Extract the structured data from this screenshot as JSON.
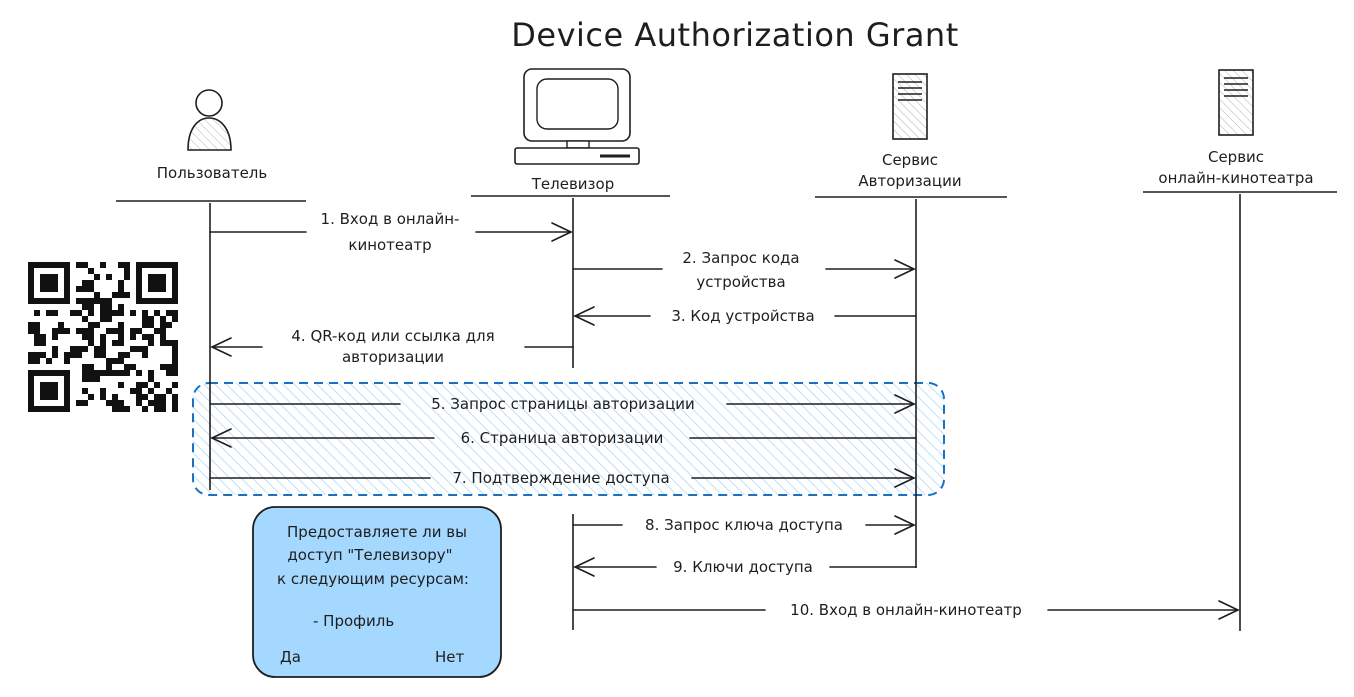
{
  "title": "Device Authorization Grant",
  "actors": [
    {
      "line1": "Пользователь",
      "line2": ""
    },
    {
      "line1": "Телевизор",
      "line2": ""
    },
    {
      "line1": "Сервис",
      "line2": "Авторизации"
    },
    {
      "line1": "Сервис",
      "line2": "онлайн-кинотеатра"
    }
  ],
  "messages": [
    {
      "line1": "1. Вход в онлайн-",
      "line2": "кинотеатр"
    },
    {
      "line1": "2. Запрос кода",
      "line2": "устройства"
    },
    {
      "line1": "3. Код устройства",
      "line2": ""
    },
    {
      "line1": "4. QR-код или ссылка для",
      "line2": "авторизации"
    },
    {
      "line1": "5. Запрос страницы авторизации",
      "line2": ""
    },
    {
      "line1": "6. Страница авторизации",
      "line2": ""
    },
    {
      "line1": "7. Подтверждение доступа",
      "line2": ""
    },
    {
      "line1": "8. Запрос ключа доступа",
      "line2": ""
    },
    {
      "line1": "9. Ключи доступа",
      "line2": ""
    },
    {
      "line1": "10. Вход в онлайн-кинотеатр",
      "line2": ""
    }
  ],
  "consent": {
    "line1": "Предоставляете ли вы",
    "line2": "доступ \"Телевизору\"",
    "line3": "к следующим ресурсам:",
    "item": "- Профиль",
    "yes": "Да",
    "no": "Нет",
    "fill_color": "#a5d8ff"
  },
  "colors": {
    "highlight_border": "#1971c2",
    "highlight_hatch": "#a5d8ff",
    "stroke": "#1e1e1e"
  },
  "icons": [
    "user-icon",
    "tv-icon",
    "server-icon",
    "server-icon",
    "qr-code-icon"
  ]
}
